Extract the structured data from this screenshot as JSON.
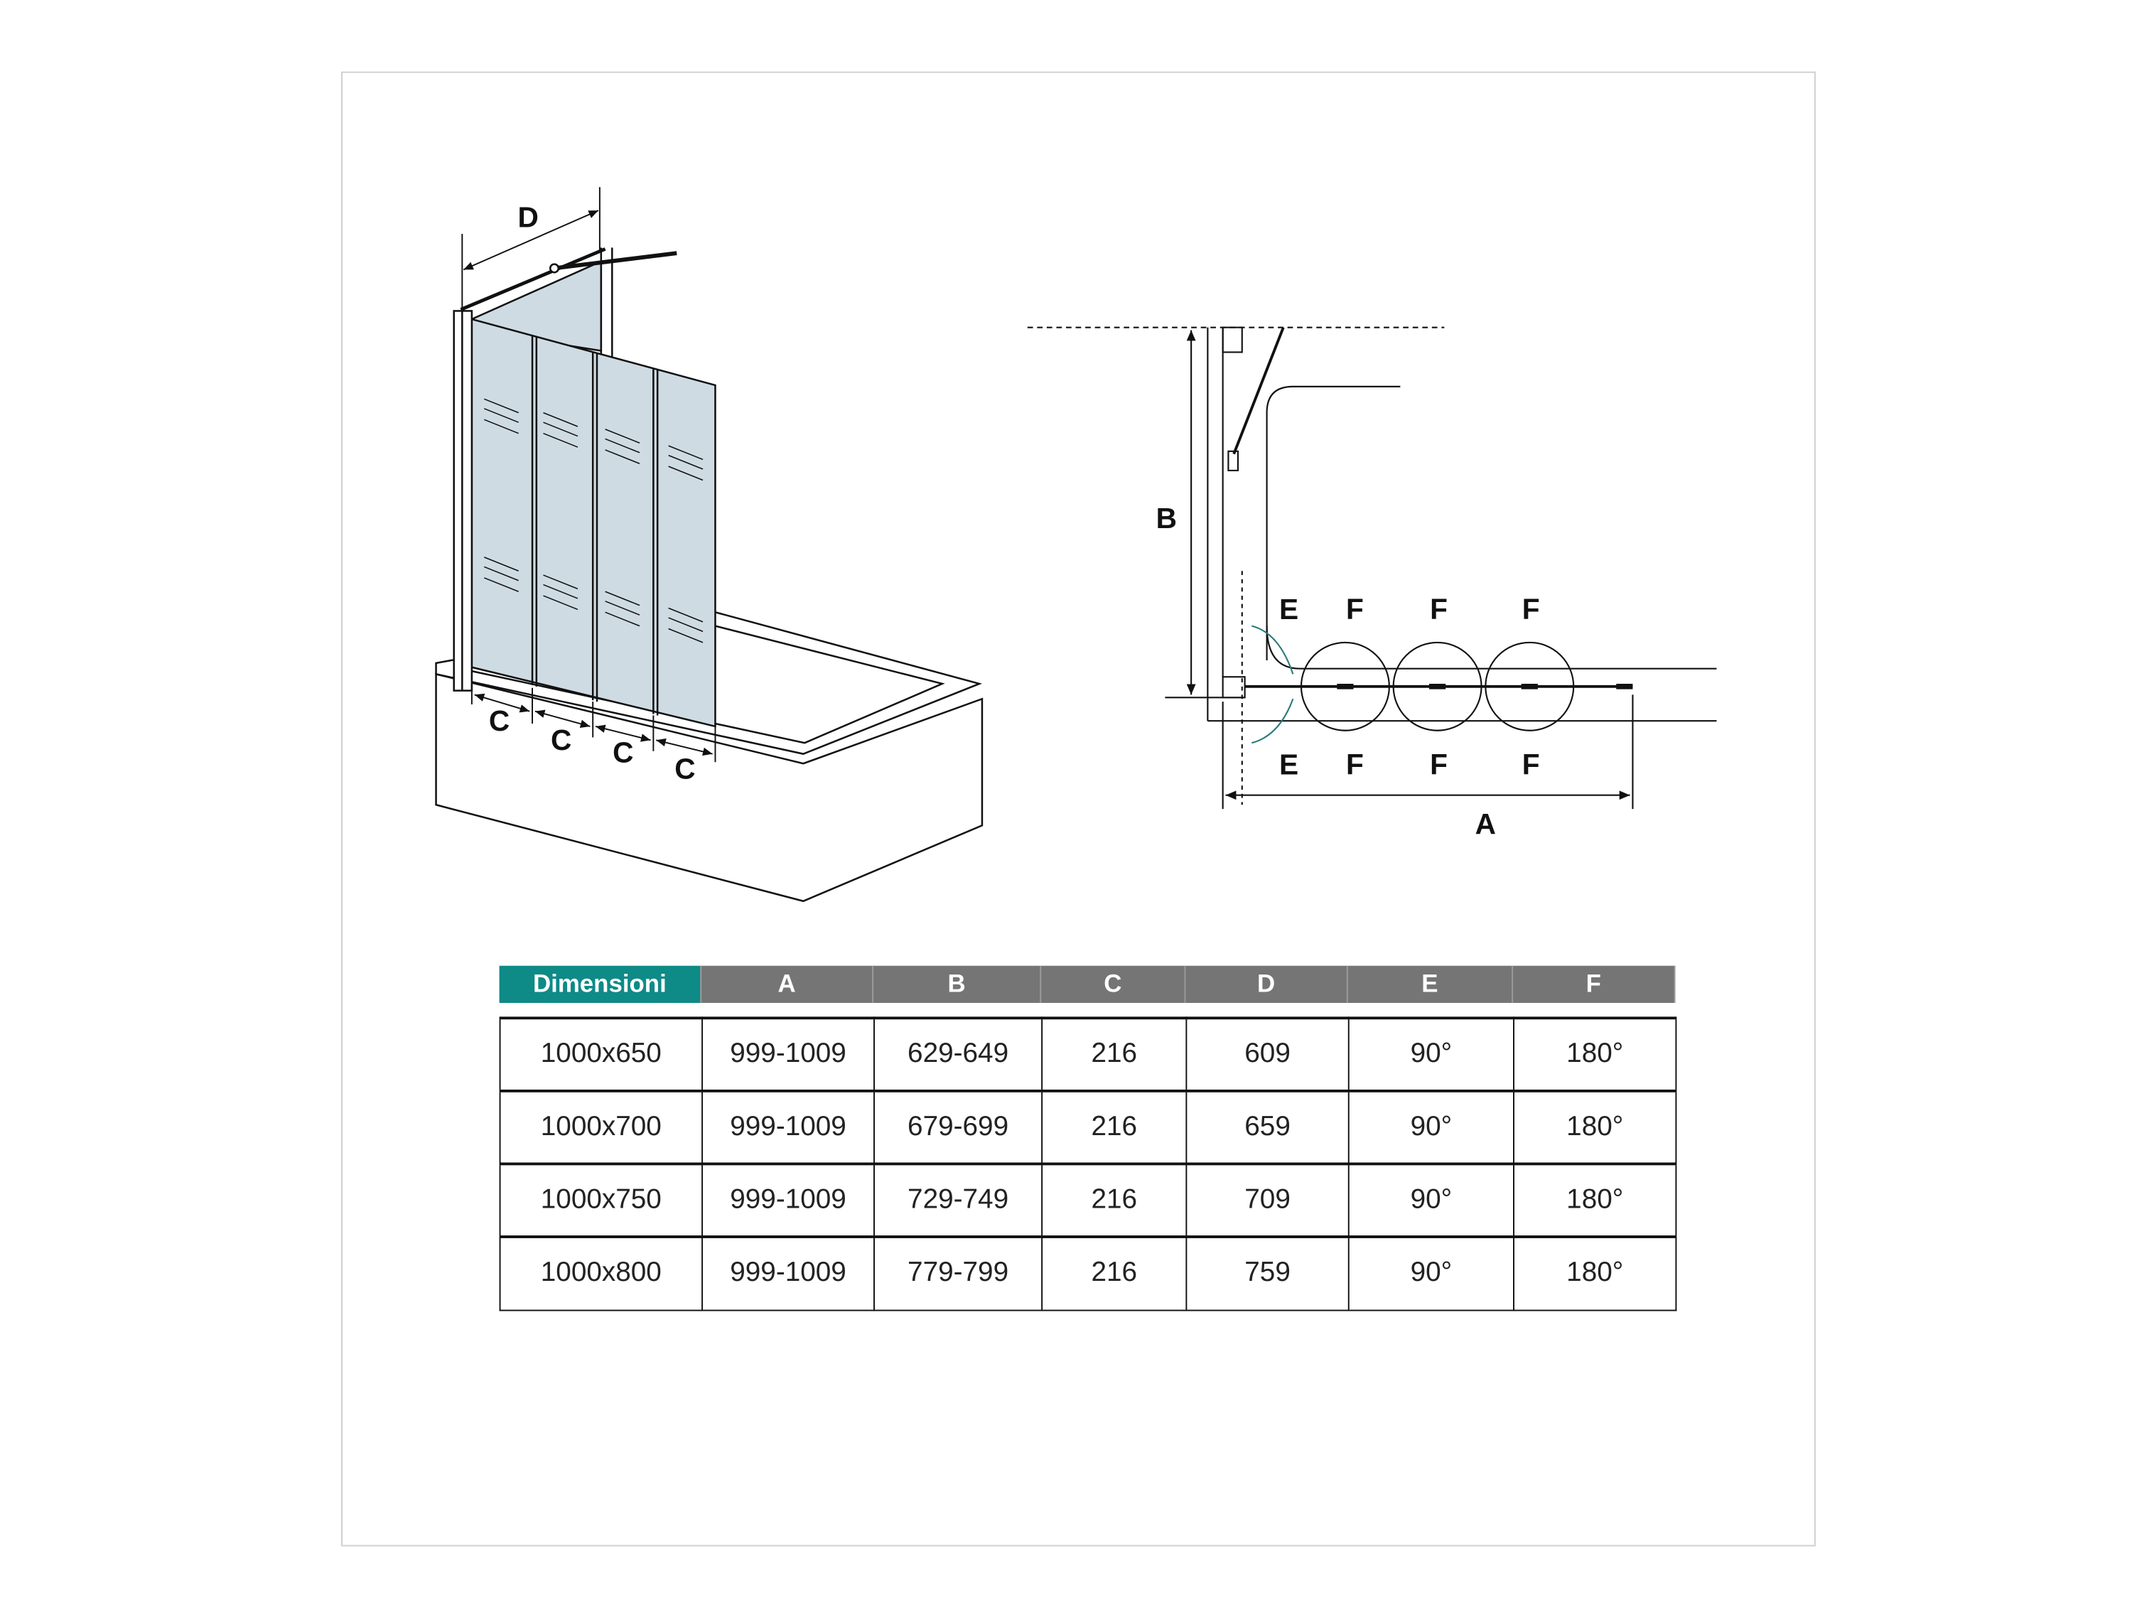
{
  "diagram": {
    "perspective_labels": {
      "d": "D",
      "c": [
        "C",
        "C",
        "C",
        "C"
      ]
    },
    "plan_labels": {
      "a": "A",
      "b": "B",
      "e_top": "E",
      "e_bottom": "E",
      "f_top": [
        "F",
        "F",
        "F"
      ],
      "f_bottom": [
        "F",
        "F",
        "F"
      ]
    },
    "glass_color": "#cfdbe3"
  },
  "table": {
    "headers": [
      "Dimensioni",
      "A",
      "B",
      "C",
      "D",
      "E",
      "F"
    ],
    "header_color": "#0e8a87",
    "header_gray": "#757575",
    "rows": [
      [
        "1000x650",
        "999-1009",
        "629-649",
        "216",
        "609",
        "90°",
        "180°"
      ],
      [
        "1000x700",
        "999-1009",
        "679-699",
        "216",
        "659",
        "90°",
        "180°"
      ],
      [
        "1000x750",
        "999-1009",
        "729-749",
        "216",
        "709",
        "90°",
        "180°"
      ],
      [
        "1000x800",
        "999-1009",
        "779-799",
        "216",
        "759",
        "90°",
        "180°"
      ]
    ]
  }
}
